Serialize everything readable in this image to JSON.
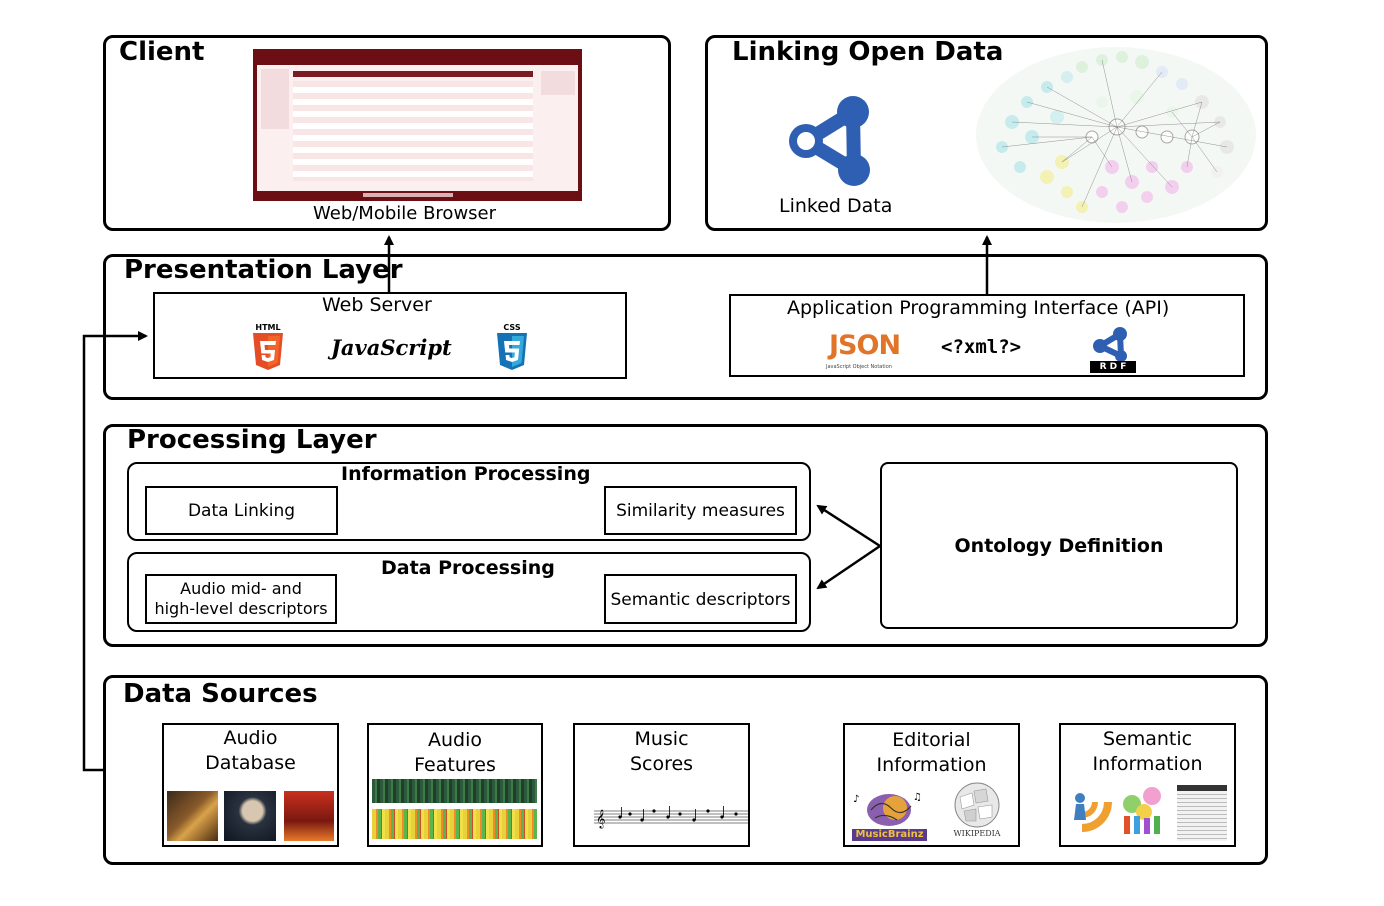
{
  "client": {
    "title": "Client",
    "caption": "Web/Mobile Browser"
  },
  "lod": {
    "title": "Linking Open Data",
    "caption": "Linked Data"
  },
  "presentation": {
    "title": "Presentation Layer",
    "web_server": "Web Server",
    "html_badge": "HTML",
    "javascript": "JavaScript",
    "css_badge": "CSS",
    "api": "Application Programming Interface (API)",
    "json": "JSON",
    "json_sub": "JavaScript Object Notation",
    "xml": "<?xml?>",
    "rdf": "R D F"
  },
  "processing": {
    "title": "Processing Layer",
    "info_processing": "Information Processing",
    "data_linking": "Data Linking",
    "similarity": "Similarity measures",
    "data_processing": "Data Processing",
    "audio_desc_line1": "Audio mid- and",
    "audio_desc_line2": "high-level descriptors",
    "semantic_desc": "Semantic descriptors",
    "ontology": "Ontology Definition"
  },
  "sources": {
    "title": "Data Sources",
    "items": [
      {
        "line1": "Audio",
        "line2": "Database"
      },
      {
        "line1": "Audio",
        "line2": "Features"
      },
      {
        "line1": "Music",
        "line2": "Scores"
      },
      {
        "line1": "Editorial",
        "line2": "Information"
      },
      {
        "line1": "Semantic",
        "line2": "Information"
      }
    ],
    "musicbrainz": "MusicBrainz",
    "wikipedia": "WIKIPEDIA"
  },
  "colors": {
    "browser_maroon": "#6b0f14",
    "html5_orange": "#e44d26",
    "css3_blue": "#1572b6",
    "linked_data_blue": "#2f5fb3",
    "json_orange": "#e0752a"
  }
}
